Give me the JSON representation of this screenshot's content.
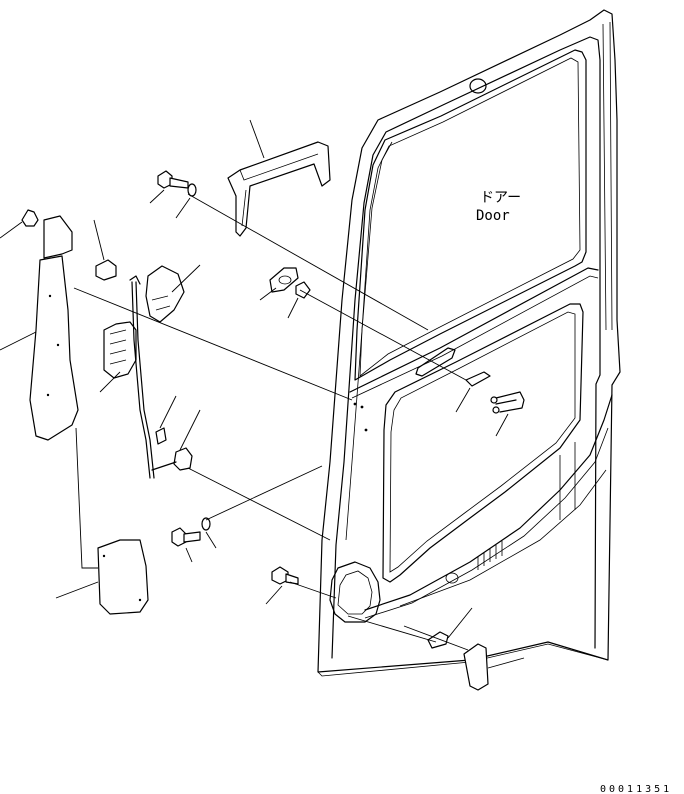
{
  "door_label": {
    "japanese": "ドアー",
    "english": "Door"
  },
  "reference_number": "00011351",
  "parts": [
    {
      "icon": "door-panel-icon"
    },
    {
      "icon": "grab-handle-icon"
    },
    {
      "icon": "bolt-icon"
    },
    {
      "icon": "washer-icon"
    },
    {
      "icon": "lock-bracket-icon"
    },
    {
      "icon": "door-lock-icon"
    },
    {
      "icon": "rod-icon"
    },
    {
      "icon": "striker-icon"
    },
    {
      "icon": "u-bolt-icon"
    },
    {
      "icon": "inner-handle-icon"
    },
    {
      "icon": "cover-plate-icon"
    },
    {
      "icon": "catch-icon"
    }
  ]
}
